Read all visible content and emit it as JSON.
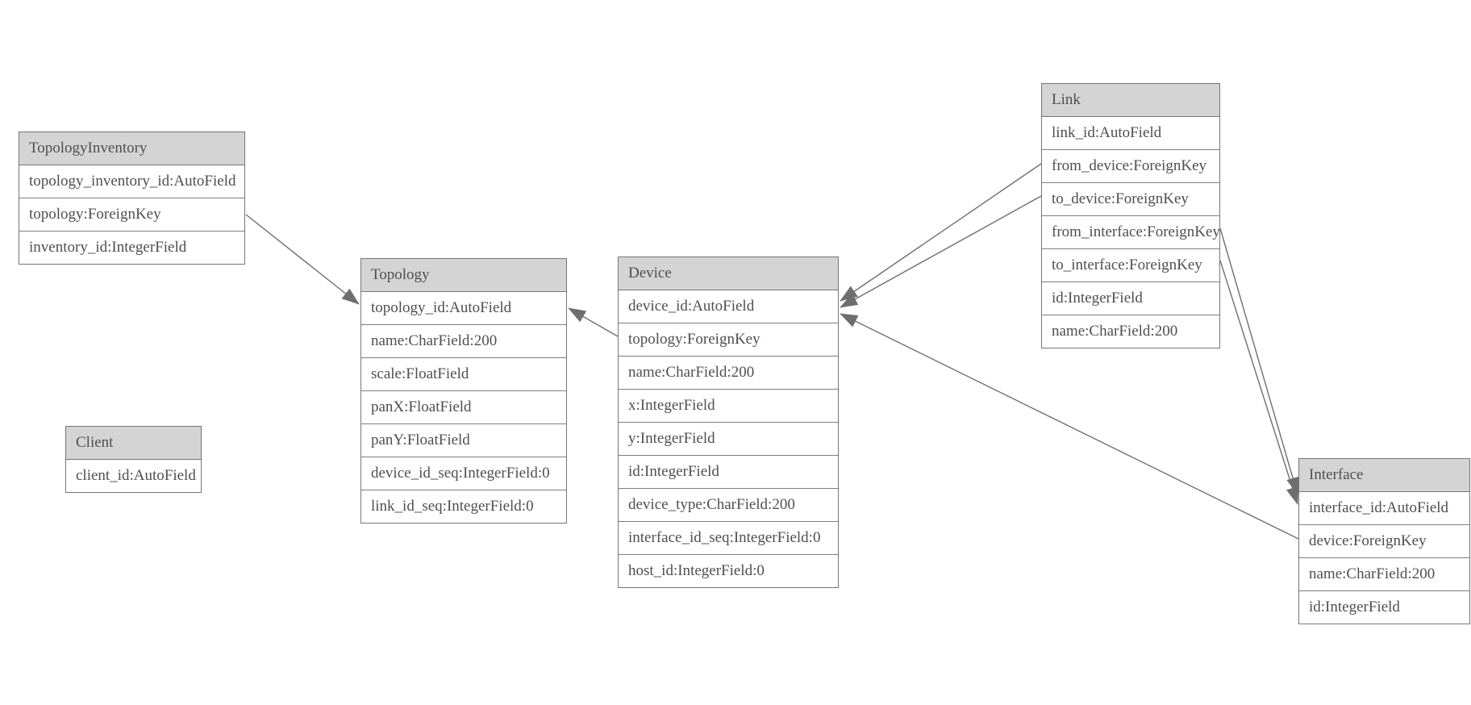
{
  "diagram": {
    "colors": {
      "background": "#ffffff",
      "header_bg": "#d4d4d4",
      "border": "#767676",
      "text": "#4f4f4f",
      "edge": "#6e6e6e"
    },
    "tables": [
      {
        "name": "TopologyInventory",
        "fields": [
          "topology_inventory_id:AutoField",
          "topology:ForeignKey",
          "inventory_id:IntegerField"
        ]
      },
      {
        "name": "Topology",
        "fields": [
          "topology_id:AutoField",
          "name:CharField:200",
          "scale:FloatField",
          "panX:FloatField",
          "panY:FloatField",
          "device_id_seq:IntegerField:0",
          "link_id_seq:IntegerField:0"
        ]
      },
      {
        "name": "Client",
        "fields": [
          "client_id:AutoField"
        ]
      },
      {
        "name": "Device",
        "fields": [
          "device_id:AutoField",
          "topology:ForeignKey",
          "name:CharField:200",
          "x:IntegerField",
          "y:IntegerField",
          "id:IntegerField",
          "device_type:CharField:200",
          "interface_id_seq:IntegerField:0",
          "host_id:IntegerField:0"
        ]
      },
      {
        "name": "Link",
        "fields": [
          "link_id:AutoField",
          "from_device:ForeignKey",
          "to_device:ForeignKey",
          "from_interface:ForeignKey",
          "to_interface:ForeignKey",
          "id:IntegerField",
          "name:CharField:200"
        ]
      },
      {
        "name": "Interface",
        "fields": [
          "interface_id:AutoField",
          "device:ForeignKey",
          "name:CharField:200",
          "id:IntegerField"
        ]
      }
    ],
    "relationships": [
      {
        "from": "TopologyInventory.topology",
        "to": "Topology.topology_id"
      },
      {
        "from": "Device.topology",
        "to": "Topology.topology_id"
      },
      {
        "from": "Link.from_device",
        "to": "Device.device_id"
      },
      {
        "from": "Link.to_device",
        "to": "Device.device_id"
      },
      {
        "from": "Interface.device",
        "to": "Device.device_id"
      },
      {
        "from": "Link.from_interface",
        "to": "Interface.interface_id"
      },
      {
        "from": "Link.to_interface",
        "to": "Interface.interface_id"
      }
    ]
  }
}
